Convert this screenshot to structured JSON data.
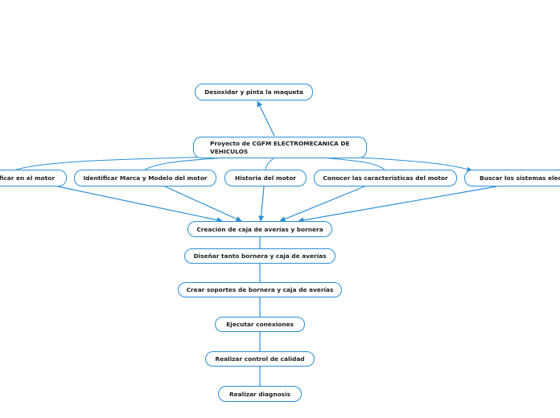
{
  "diagram": {
    "root": "Proyecto de CGFM ELECTROMECANICA DE VEHICULOS",
    "top": "Desoxidar y pinta la maqueta",
    "branches": [
      "ificar en el motor",
      "Identificar Marca y Modelo del motor",
      "Historia del motor",
      "Conocer las características del motor",
      "Buscar los sistemas electr"
    ],
    "hub": "Creación de caja de averías y bornera",
    "steps": [
      "Diseñar tanto bornera y caja de averías",
      "Crear soportes de bornera y caja de averías",
      "Ejecutar conexiones",
      "Realizar control de calidad",
      "Realizar diagnosis"
    ],
    "colors": {
      "line": "#2b8fd6",
      "node_border": "#2b8fd6",
      "text": "#1c1c1c",
      "background": "#ffffff"
    }
  }
}
